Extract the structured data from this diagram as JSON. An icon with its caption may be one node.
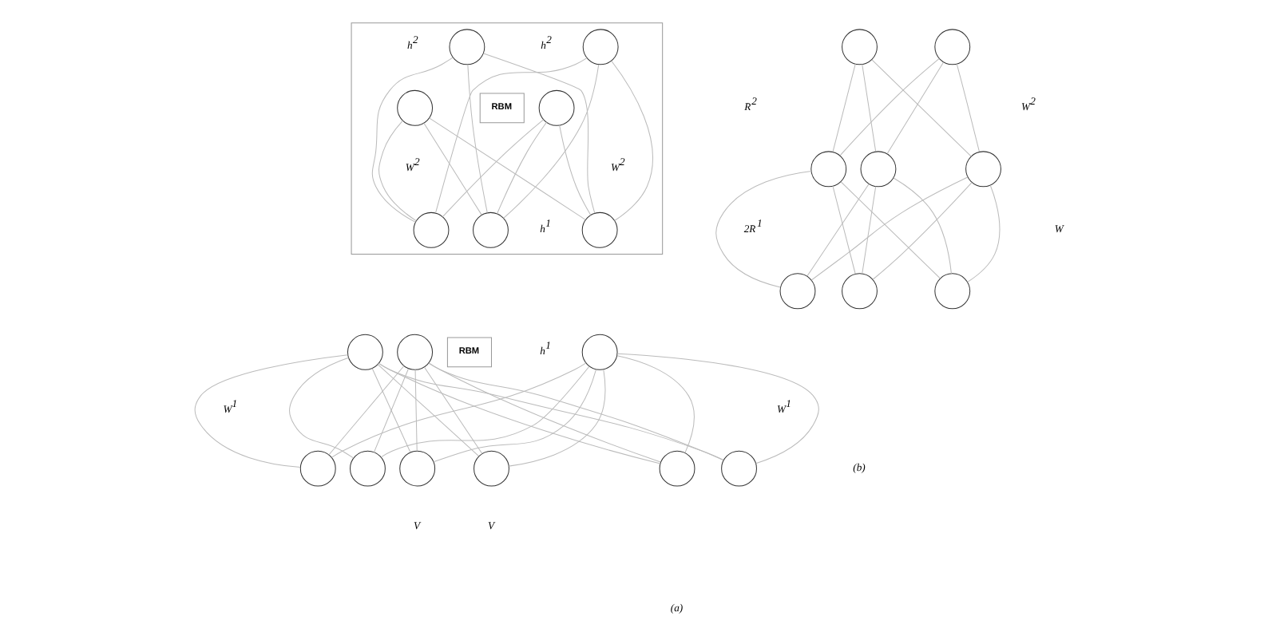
{
  "diagram": {
    "nodes": [
      {
        "text": [],
        "shape": "box"
      },
      {
        "text": [],
        "shape": "circle",
        "in": 0
      },
      {
        "text": [],
        "shape": "circle",
        "in": 0
      },
      {
        "text": [],
        "shape": "circle",
        "in": 0
      },
      {
        "text": [],
        "shape": "circle",
        "in": 0
      },
      {
        "text": [
          "RBM"
        ],
        "in": 0
      },
      {
        "text": [],
        "shape": "circle",
        "in": 0
      },
      {
        "text": [],
        "shape": "circle",
        "in": 0
      },
      {
        "text": [],
        "shape": "circle",
        "in": 0
      },
      {
        "text": [],
        "shape": "circle"
      },
      {
        "text": [],
        "shape": "circle"
      },
      {
        "text": [],
        "shape": "circle"
      },
      {
        "text": [
          "RBM"
        ]
      },
      {
        "text": [],
        "shape": "circle"
      },
      {
        "text": [],
        "shape": "circle"
      },
      {
        "text": [],
        "shape": "circle"
      },
      {
        "text": [],
        "shape": "circle"
      },
      {
        "text": [],
        "shape": "circle"
      },
      {
        "text": [],
        "shape": "circle"
      },
      {
        "text": [],
        "shape": "circle"
      },
      {
        "text": [],
        "shape": "circle"
      },
      {
        "text": [],
        "shape": "circle"
      },
      {
        "text": [],
        "shape": "circle"
      },
      {
        "text": [],
        "shape": "circle"
      },
      {
        "text": [],
        "shape": "circle"
      },
      {
        "text": [],
        "shape": "circle"
      },
      {
        "text": [],
        "shape": "circle"
      }
    ],
    "edges": [
      {
        "from": 1,
        "to": 6,
        "arrow": "none"
      },
      {
        "from": 1,
        "to": 7,
        "arrow": "none"
      },
      {
        "from": 1,
        "to": 8,
        "arrow": "none"
      },
      {
        "from": 2,
        "to": 6,
        "arrow": "none"
      },
      {
        "from": 2,
        "to": 7,
        "arrow": "none"
      },
      {
        "from": 2,
        "to": 8,
        "arrow": "none"
      },
      {
        "from": 3,
        "to": 6,
        "arrow": "none"
      },
      {
        "from": 3,
        "to": 7,
        "arrow": "none"
      },
      {
        "from": 3,
        "to": 8,
        "arrow": "none"
      },
      {
        "from": 4,
        "to": 6,
        "arrow": "none"
      },
      {
        "from": 4,
        "to": 7,
        "arrow": "none"
      },
      {
        "from": 4,
        "to": 8,
        "arrow": "none"
      },
      {
        "from": 9,
        "to": 13,
        "arrow": "none"
      },
      {
        "from": 9,
        "to": 14,
        "arrow": "none"
      },
      {
        "from": 9,
        "to": 15,
        "arrow": "none"
      },
      {
        "from": 9,
        "to": 16,
        "arrow": "none"
      },
      {
        "from": 9,
        "to": 17,
        "arrow": "none"
      },
      {
        "from": 9,
        "to": 18,
        "arrow": "none"
      },
      {
        "from": 10,
        "to": 13,
        "arrow": "none"
      },
      {
        "from": 10,
        "to": 14,
        "arrow": "none"
      },
      {
        "from": 10,
        "to": 15,
        "arrow": "none"
      },
      {
        "from": 10,
        "to": 16,
        "arrow": "none"
      },
      {
        "from": 10,
        "to": 17,
        "arrow": "none"
      },
      {
        "from": 10,
        "to": 18,
        "arrow": "none"
      },
      {
        "from": 11,
        "to": 13,
        "arrow": "none"
      },
      {
        "from": 11,
        "to": 14,
        "arrow": "none"
      },
      {
        "from": 11,
        "to": 15,
        "arrow": "none"
      },
      {
        "from": 11,
        "to": 16,
        "arrow": "none"
      },
      {
        "from": 11,
        "to": 17,
        "arrow": "none"
      },
      {
        "from": 11,
        "to": 18,
        "arrow": "none"
      },
      {
        "from": 19,
        "to": 21,
        "arrow": "none"
      },
      {
        "from": 19,
        "to": 22,
        "arrow": "none"
      },
      {
        "from": 19,
        "to": 23,
        "arrow": "none"
      },
      {
        "from": 20,
        "to": 21,
        "arrow": "none"
      },
      {
        "from": 20,
        "to": 22,
        "arrow": "none"
      },
      {
        "from": 20,
        "to": 23,
        "arrow": "none"
      },
      {
        "from": 21,
        "to": 24,
        "arrow": "none"
      },
      {
        "from": 21,
        "to": 25,
        "arrow": "none"
      },
      {
        "from": 21,
        "to": 26,
        "arrow": "none"
      },
      {
        "from": 22,
        "to": 24,
        "arrow": "none"
      },
      {
        "from": 22,
        "to": 25,
        "arrow": "none"
      },
      {
        "from": 22,
        "to": 26,
        "arrow": "none"
      },
      {
        "from": 23,
        "to": 24,
        "arrow": "none"
      },
      {
        "from": 23,
        "to": 25,
        "arrow": "none"
      },
      {
        "from": 23,
        "to": 26,
        "arrow": "none"
      }
    ],
    "labels": [
      "h$^{2}$",
      "h$^{2}$",
      "W$^{2}$",
      "W$^{2}$",
      "h$^{1}$",
      "h$^{1}$",
      "W$^{1}$",
      "W$^{1}$",
      "V",
      "V",
      "(a)",
      "R$^{2}$",
      "W$^{2}$",
      "2R$^{1}$",
      "W",
      "(b)"
    ]
  }
}
